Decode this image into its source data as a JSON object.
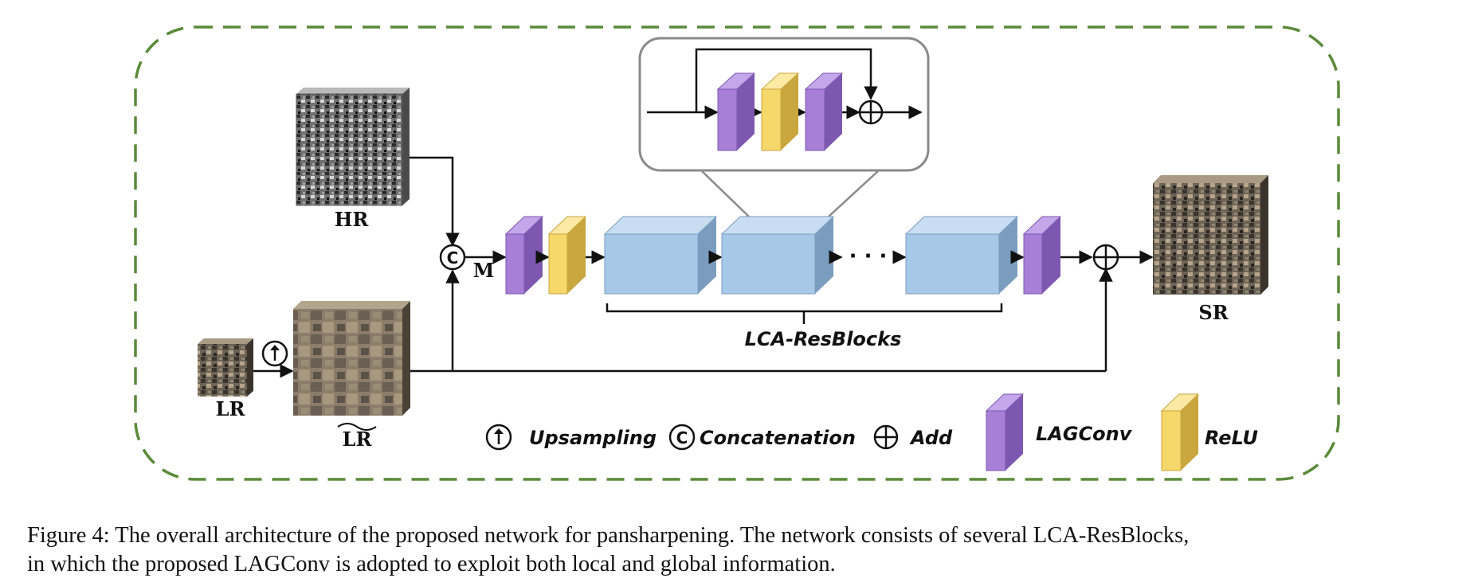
{
  "inputs": {
    "hr_label": "HR",
    "lr_label": "LR",
    "lr_up_label": "LR",
    "m_label": "M",
    "sr_label": "SR"
  },
  "blocks": {
    "group_label": "LCA-ResBlocks",
    "ellipsis": "· · · ·"
  },
  "symbols": {
    "upsample": "↑",
    "concat": "C",
    "add": "+"
  },
  "legend": {
    "upsampling": "Upsampling",
    "concatenation": "Concatenation",
    "add": "Add",
    "lagconv": "LAGConv",
    "relu": "ReLU"
  },
  "colors": {
    "frame": "#5a8a3a",
    "lagconv_front": "#a77fd6",
    "lagconv_side": "#7e58b0",
    "lagconv_top": "#c4a6ea",
    "relu_front": "#f6d76a",
    "relu_side": "#c9a63e",
    "relu_top": "#fbe9a4",
    "block_front": "#a8c8e8",
    "block_side": "#7a9dbf",
    "block_top": "#c8ddf1"
  },
  "caption": {
    "line1": "Figure 4: The overall architecture of the proposed network for pansharpening. The network consists of several LCA-ResBlocks,",
    "line2": "in which the proposed LAGConv is adopted to exploit both local and global information."
  }
}
